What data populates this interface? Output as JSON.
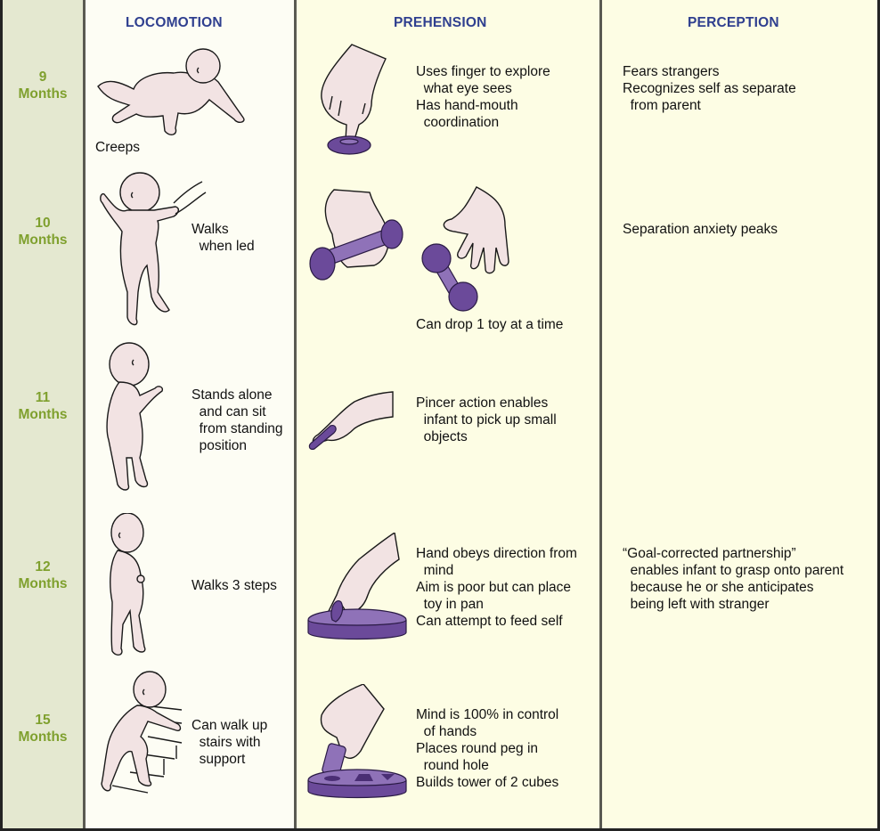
{
  "headers": {
    "locomotion": "LOCOMOTION",
    "prehension": "PREHENSION",
    "perception": "PERCEPTION"
  },
  "colors": {
    "header_text": "#2f3f8f",
    "age_text": "#7fa02e",
    "age_column_bg": "#e4e8d0",
    "locomotion_bg": "#fdfdf4",
    "content_bg": "#fdfde4",
    "toy_purple": "#6b4a9a",
    "skin": "#f2e3e3"
  },
  "rows": [
    {
      "age_number": "9",
      "age_unit": "Months",
      "locomotion": "Creeps",
      "locomotion_illustration": "crawling-baby",
      "prehension": "Uses finger to explore\n  what eye sees\nHas hand-mouth\n  coordination",
      "prehension_illustration": "finger-pressing-toy",
      "perception": "Fears strangers\nRecognizes self as separate\n  from parent"
    },
    {
      "age_number": "10",
      "age_unit": "Months",
      "locomotion": "Walks\n  when led",
      "locomotion_illustration": "baby-walking-led-by-hand",
      "prehension": "Can drop 1 toy at a time",
      "prehension_illustration": "hand-dropping-dumbbell-toy",
      "perception": "Separation anxiety peaks"
    },
    {
      "age_number": "11",
      "age_unit": "Months",
      "locomotion": "Stands alone\n  and can sit\n  from standing\n  position",
      "locomotion_illustration": "baby-standing",
      "prehension": "Pincer action enables\n  infant to pick up small\n  objects",
      "prehension_illustration": "pincer-grasp",
      "perception": ""
    },
    {
      "age_number": "12",
      "age_unit": "Months",
      "locomotion": "Walks 3 steps",
      "locomotion_illustration": "baby-walking",
      "prehension": "Hand obeys direction from\n  mind\nAim is poor but can place\n  toy in pan\nCan attempt to feed self",
      "prehension_illustration": "hand-placing-toy-in-pan",
      "perception": "“Goal-corrected partnership”\n  enables infant to grasp onto parent\n  because he or she anticipates\n  being left with stranger"
    },
    {
      "age_number": "15",
      "age_unit": "Months",
      "locomotion": "Can walk up\n  stairs with\n  support",
      "locomotion_illustration": "baby-climbing-stairs",
      "prehension": "Mind is 100% in control\n  of hands\nPlaces round peg in\n  round hole\nBuilds tower of 2 cubes",
      "prehension_illustration": "shape-sorter-peg",
      "perception": ""
    }
  ]
}
